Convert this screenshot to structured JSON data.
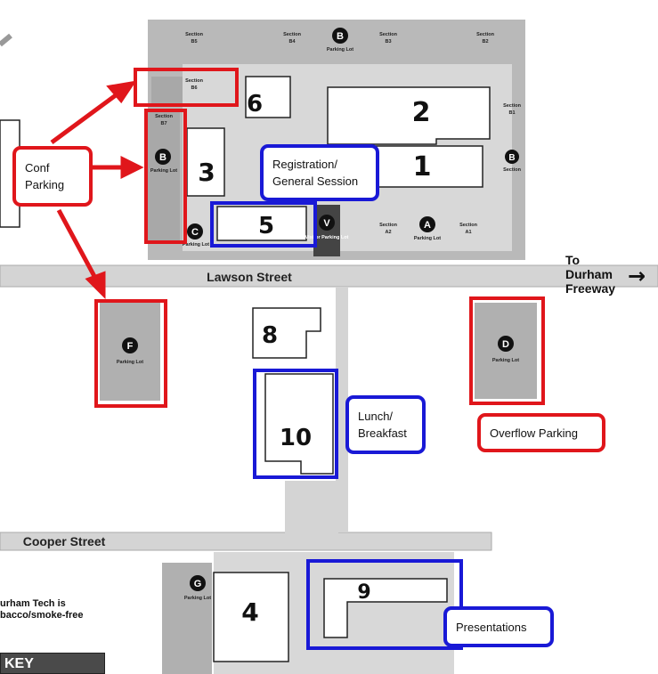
{
  "streets": {
    "lawson": "Lawson Street",
    "cooper": "Cooper Street"
  },
  "to_durham": {
    "line1": "To",
    "line2": "Durham",
    "line3": "Freeway"
  },
  "buildings": {
    "b1": "1",
    "b2": "2",
    "b3": "3",
    "b4": "4",
    "b5": "5",
    "b6": "6",
    "b8": "8",
    "b9": "9",
    "b10": "10"
  },
  "lots": {
    "A": {
      "letter": "A",
      "label": "Parking Lot"
    },
    "B_top": {
      "letter": "B",
      "label": "Parking Lot"
    },
    "B_left": {
      "letter": "B",
      "label": "Parking Lot"
    },
    "B_right": {
      "letter": "B",
      "label": "Section"
    },
    "C": {
      "letter": "C",
      "label": "Parking Lot"
    },
    "D": {
      "letter": "D",
      "label": "Parking Lot"
    },
    "F": {
      "letter": "F",
      "label": "Parking Lot"
    },
    "G": {
      "letter": "G",
      "label": "Parking Lot"
    },
    "V": {
      "letter": "V",
      "label": "Visitor Parking Lot"
    }
  },
  "sections": {
    "b5": "B5",
    "b4": "B4",
    "b3": "B3",
    "b2": "B2",
    "b6": "B6",
    "b7": "B7",
    "b1": "B1",
    "a2": "A2",
    "a1": "A1",
    "word": "Section"
  },
  "callouts": {
    "conf_parking": "Conf Parking",
    "registration": "Registration/ General Session",
    "lunch": "Lunch/ Breakfast",
    "overflow": "Overflow Parking",
    "presentations": "Presentations"
  },
  "notice": {
    "line1": "urham Tech is",
    "line2": "bacco/smoke-free"
  },
  "key": "KEY",
  "colors": {
    "red": "#e0161b",
    "blue": "#1919d6",
    "lot_gray": "#b0b0b0",
    "road_gray": "#d4d4d4"
  }
}
